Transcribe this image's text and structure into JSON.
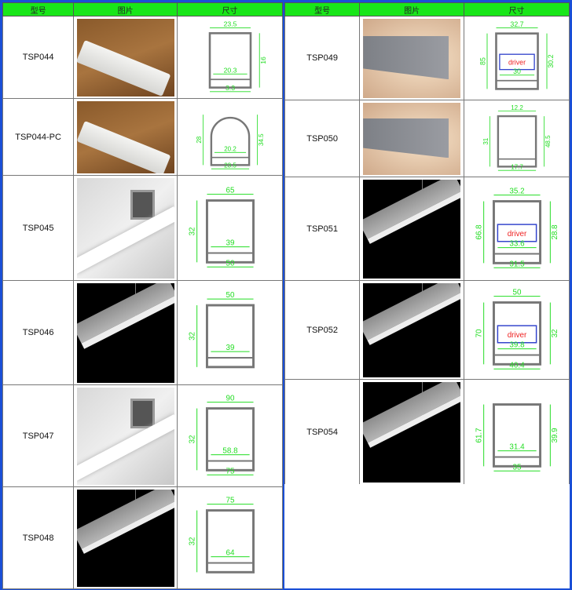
{
  "headers": {
    "model": "型号",
    "picture": "图片",
    "size": "尺寸"
  },
  "left": [
    {
      "model": "TSP044",
      "photo": "wood",
      "dims": {
        "top": "23.5",
        "mid": "20.3",
        "bottom": "3.3",
        "right": "16"
      }
    },
    {
      "model": "TSP044-PC",
      "photo": "wood",
      "dims": {
        "left": "28",
        "right": "34.5",
        "mid": "20.2",
        "bottom": "23.5"
      },
      "round": true
    },
    {
      "model": "TSP045",
      "photo": "recess",
      "dims": {
        "top": "65",
        "left": "32",
        "mid": "39",
        "bottom": "50"
      }
    },
    {
      "model": "TSP046",
      "photo": "pendant",
      "dims": {
        "top": "50",
        "left": "32",
        "mid": "39"
      }
    },
    {
      "model": "TSP047",
      "photo": "recess",
      "dims": {
        "top": "90",
        "left": "32",
        "mid": "58.8",
        "bottom": "75"
      }
    },
    {
      "model": "TSP048",
      "photo": "pendant",
      "dims": {
        "top": "75",
        "left": "32",
        "mid": "64"
      }
    }
  ],
  "right": [
    {
      "model": "TSP049",
      "photo": "wall",
      "dims": {
        "top": "32.7",
        "mid": "30",
        "left": "85",
        "right": "30.2"
      },
      "driver": "driver"
    },
    {
      "model": "TSP050",
      "photo": "wall",
      "dims": {
        "top": "12.2",
        "left": "31",
        "right": "48.5",
        "bottom": "17.7"
      }
    },
    {
      "model": "TSP051",
      "photo": "pendant",
      "dims": {
        "top": "35.2",
        "mid": "33.6",
        "left": "66.8",
        "right": "28.8",
        "bottom": "31.5"
      },
      "driver": "driver"
    },
    {
      "model": "TSP052",
      "photo": "pendant",
      "dims": {
        "top": "50",
        "mid": "39.8",
        "left": "70",
        "right": "32",
        "bottom": "40.4"
      },
      "driver": "driver"
    },
    {
      "model": "TSP054",
      "photo": "pendant",
      "dims": {
        "left": "61.7",
        "right": "39.9",
        "mid": "31.4",
        "bottom": "35"
      }
    }
  ],
  "colors": {
    "header": "#19e619",
    "border": "#1a4fd6",
    "dimension": "#22dd22",
    "driver": "#ee2222"
  }
}
